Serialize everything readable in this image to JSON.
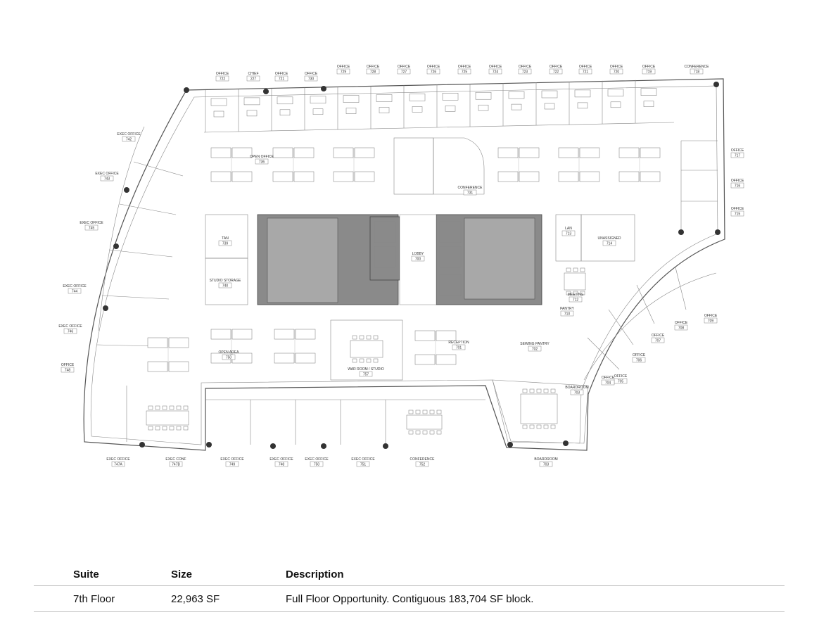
{
  "floorplan": {
    "rooms": [
      {
        "id": "r1",
        "name": "OFFICE",
        "num": "722"
      },
      {
        "id": "r2",
        "name": "CHIEF",
        "num": "227"
      },
      {
        "id": "r3",
        "name": "OFFICE",
        "num": "721"
      },
      {
        "id": "r4",
        "name": "OFFICE",
        "num": "730"
      },
      {
        "id": "r5",
        "name": "OFFICE",
        "num": "729"
      },
      {
        "id": "r6",
        "name": "OFFICE",
        "num": "728"
      },
      {
        "id": "r7",
        "name": "OFFICE",
        "num": "727"
      },
      {
        "id": "r8",
        "name": "OFFICE",
        "num": "726"
      },
      {
        "id": "r9",
        "name": "OFFICE",
        "num": "725"
      },
      {
        "id": "r10",
        "name": "OFFICE",
        "num": "724"
      },
      {
        "id": "r11",
        "name": "OFFICE",
        "num": "723"
      },
      {
        "id": "r12",
        "name": "OFFICE",
        "num": "722"
      },
      {
        "id": "r13",
        "name": "OFFICE",
        "num": "721"
      },
      {
        "id": "r14",
        "name": "OFFICE",
        "num": "720"
      },
      {
        "id": "r15",
        "name": "OFFICE",
        "num": "719"
      },
      {
        "id": "r16",
        "name": "CONFERENCE",
        "num": "718"
      },
      {
        "id": "r17",
        "name": "OFFICE",
        "num": "717"
      },
      {
        "id": "r18",
        "name": "OFFICE",
        "num": "716"
      },
      {
        "id": "r19",
        "name": "OFFICE",
        "num": "715"
      },
      {
        "id": "r20",
        "name": "EXEC OFFICE",
        "num": "742"
      },
      {
        "id": "r21",
        "name": "EXEC OFFICE",
        "num": "743"
      },
      {
        "id": "r22",
        "name": "EXEC OFFICE",
        "num": "745"
      },
      {
        "id": "r23",
        "name": "EXEC OFFICE",
        "num": "744"
      },
      {
        "id": "r24",
        "name": "EXEC OFFICE",
        "num": "746"
      },
      {
        "id": "r25",
        "name": "OFFICE",
        "num": "748"
      },
      {
        "id": "r26",
        "name": "OPEN OFFICE",
        "num": "736"
      },
      {
        "id": "r27",
        "name": "CONFERENCE",
        "num": "731"
      },
      {
        "id": "r28",
        "name": "TAN",
        "num": "739"
      },
      {
        "id": "r29",
        "name": "STUDIO STORAGE",
        "num": "740"
      },
      {
        "id": "r30",
        "name": "LOBBY",
        "num": "700"
      },
      {
        "id": "r31",
        "name": "LAN",
        "num": "713"
      },
      {
        "id": "r32",
        "name": "UNASSIGNED",
        "num": "714"
      },
      {
        "id": "r33",
        "name": "MEETING",
        "num": "712"
      },
      {
        "id": "r34",
        "name": "PANTRY",
        "num": "710"
      },
      {
        "id": "r35",
        "name": "OFFICE",
        "num": "709"
      },
      {
        "id": "r36",
        "name": "OFFICE",
        "num": "708"
      },
      {
        "id": "r37",
        "name": "OFFICE",
        "num": "707"
      },
      {
        "id": "r38",
        "name": "OFFICE",
        "num": "706"
      },
      {
        "id": "r39",
        "name": "OFFICE",
        "num": "705"
      },
      {
        "id": "r40",
        "name": "OFFICE",
        "num": "704"
      },
      {
        "id": "r41",
        "name": "OPEN AREA",
        "num": "750"
      },
      {
        "id": "r42",
        "name": "WAR ROOM / STUDIO",
        "num": "757"
      },
      {
        "id": "r43",
        "name": "RECEPTION",
        "num": "701"
      },
      {
        "id": "r44",
        "name": "SEWING PANTRY",
        "num": "702"
      },
      {
        "id": "r45",
        "name": "BOARDROOM",
        "num": "703"
      },
      {
        "id": "r46",
        "name": "EXEC OFFICE",
        "num": "747A"
      },
      {
        "id": "r47",
        "name": "EXEC CONF",
        "num": "747B"
      },
      {
        "id": "r48",
        "name": "EXEC OFFICE",
        "num": "749"
      },
      {
        "id": "r49",
        "name": "EXEC OFFICE",
        "num": "748"
      },
      {
        "id": "r50",
        "name": "EXEC OFFICE",
        "num": "750"
      },
      {
        "id": "r51",
        "name": "EXEC OFFICE",
        "num": "751"
      },
      {
        "id": "r52",
        "name": "CONFERENCE",
        "num": "752"
      },
      {
        "id": "r53",
        "name": "BOARDROOM",
        "num": "703"
      }
    ]
  },
  "table": {
    "headers": [
      "Suite",
      "Size",
      "Description"
    ],
    "rows": [
      {
        "suite": "7th Floor",
        "size": "22,963 SF",
        "description": "Full Floor Opportunity. Contiguous 183,704 SF block."
      }
    ]
  }
}
